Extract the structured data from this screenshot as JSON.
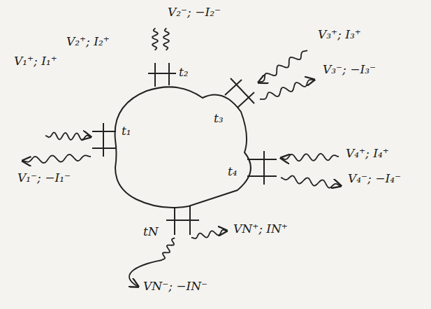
{
  "diagram": {
    "labels": [
      "V₂⁻; −I₂⁻",
      "V₃⁺; I₃⁺",
      "V₂⁺; I₂⁺",
      "t₂",
      "V₁⁺; I₁⁺",
      "V₃⁻; −I₃⁻",
      "t₃",
      "t₁",
      "V₄⁺; I₄⁺",
      "V₁⁻; −I₁⁻",
      "V₄⁻; −I₄⁻",
      "t₄",
      "VN⁺; IN⁺",
      "tN",
      "VN⁻; −IN⁻"
    ]
  }
}
